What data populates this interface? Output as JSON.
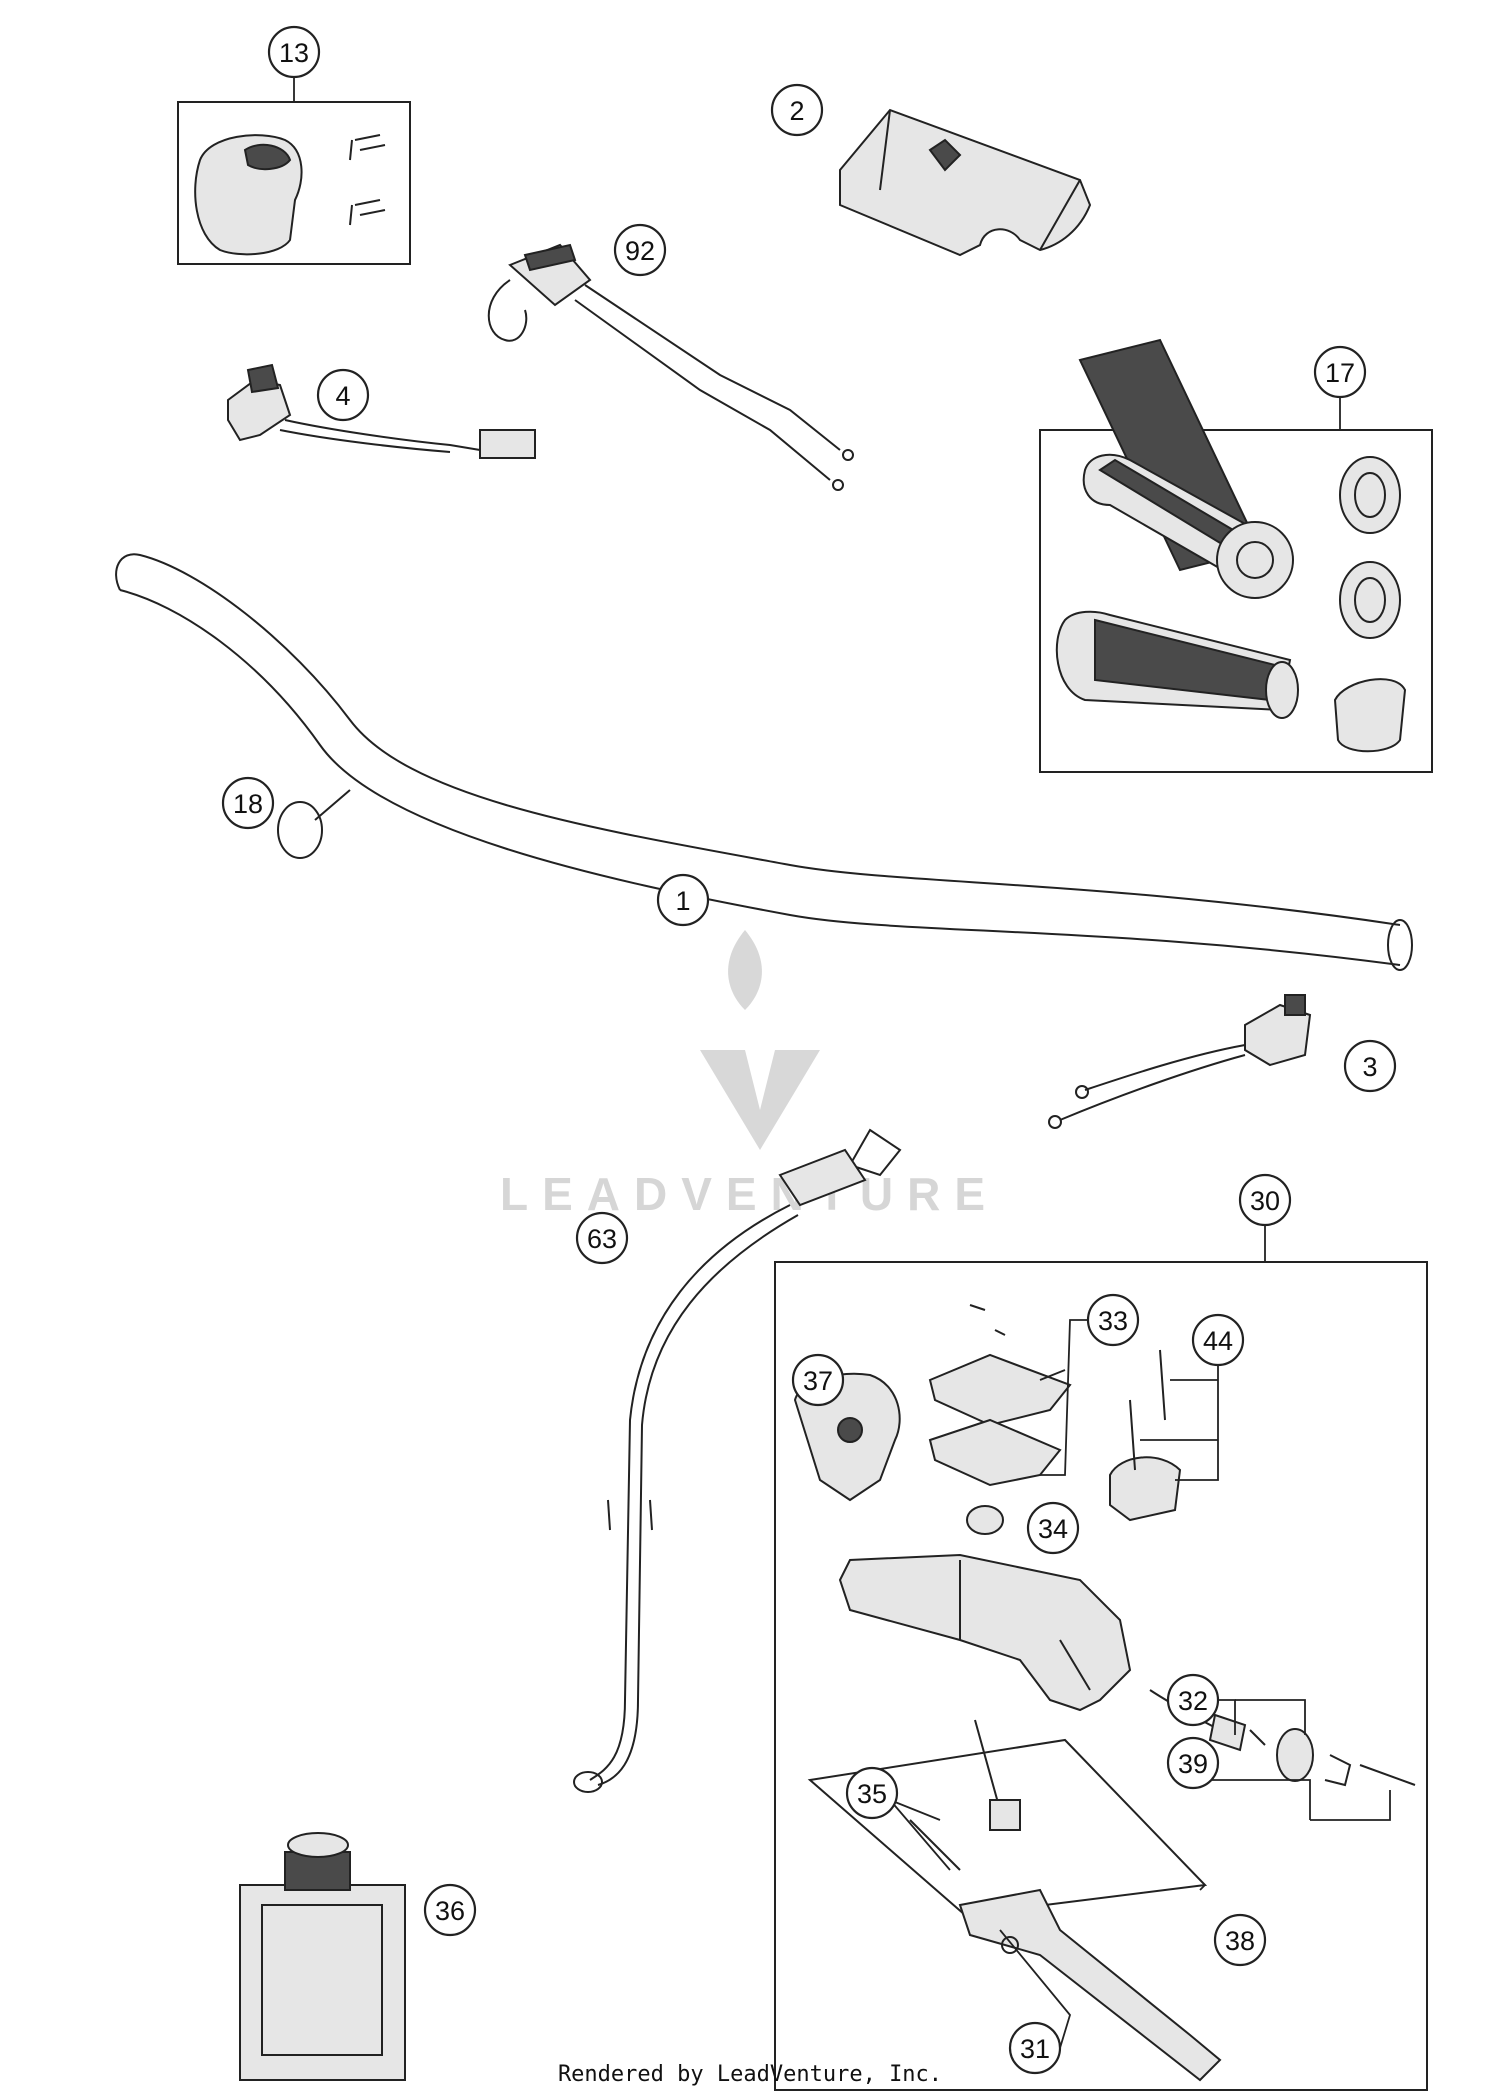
{
  "callouts": {
    "p1": "1",
    "p2": "2",
    "p3": "3",
    "p4": "4",
    "p13": "13",
    "p17": "17",
    "p18": "18",
    "p30": "30",
    "p31": "31",
    "p32": "32",
    "p33": "33",
    "p34": "34",
    "p35": "35",
    "p36": "36",
    "p37": "37",
    "p38": "38",
    "p39": "39",
    "p44": "44",
    "p63": "63",
    "p92": "92"
  },
  "watermark": {
    "text": "LEADVENTURE"
  },
  "credit": {
    "text": "Rendered by LeadVenture, Inc."
  }
}
